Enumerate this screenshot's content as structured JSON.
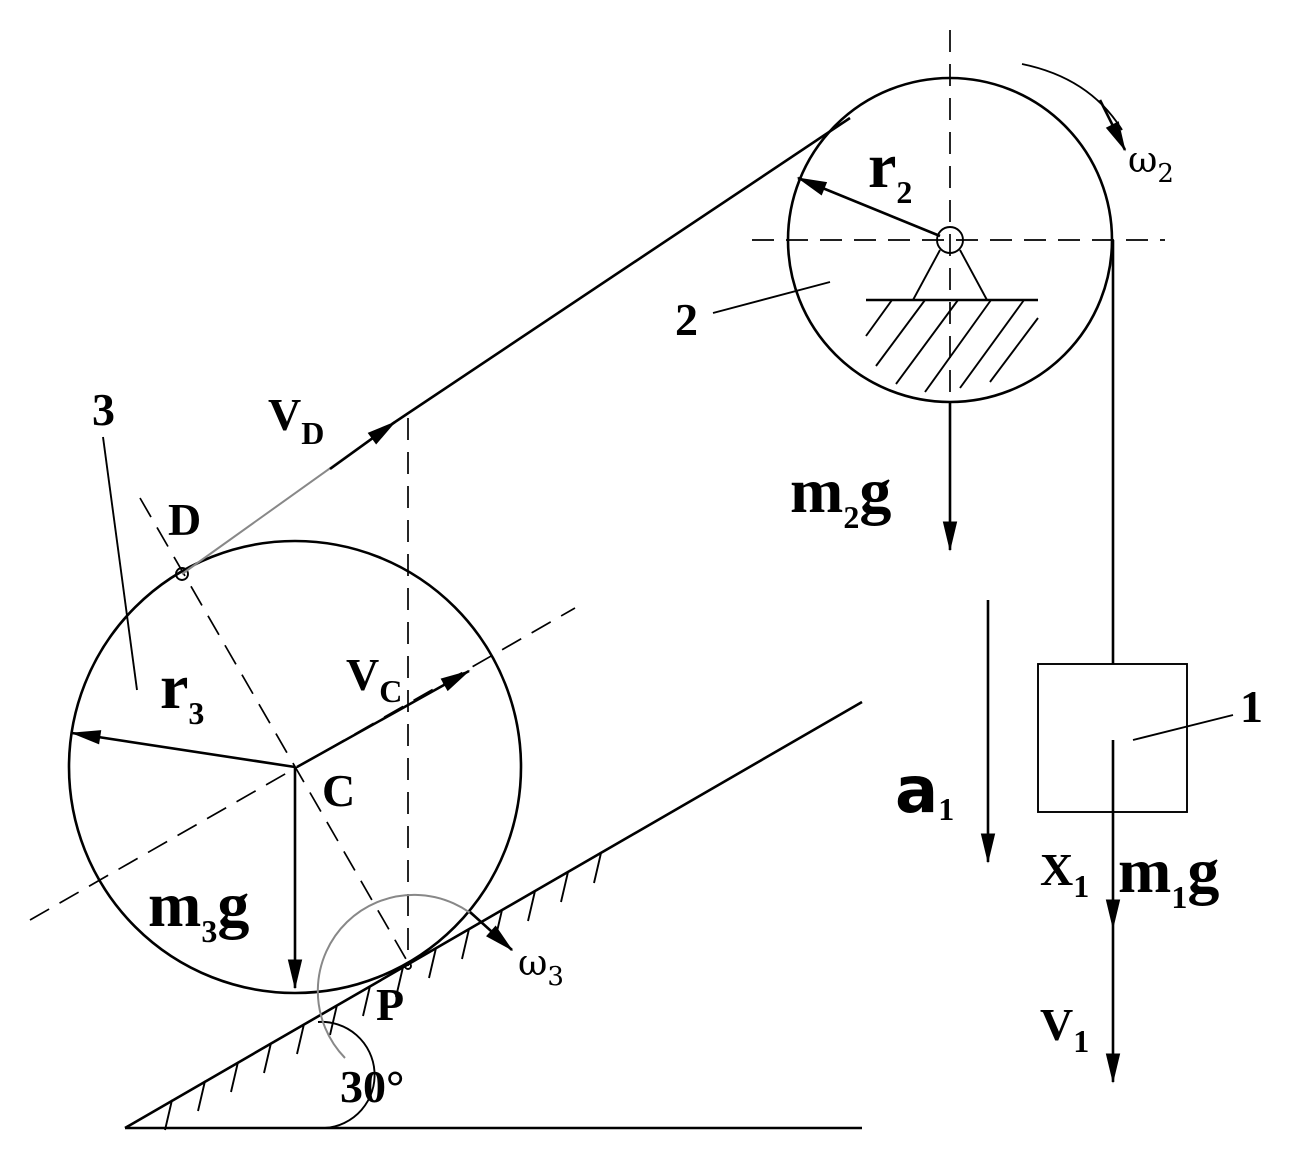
{
  "labels": {
    "body3": "3",
    "body2": "2",
    "body1": "1",
    "point_d": "D",
    "point_c": "C",
    "point_p": "P",
    "angle": "30°"
  },
  "symbols": {
    "vd": {
      "base": "V",
      "sub": "D"
    },
    "vc": {
      "base": "V",
      "sub": "C"
    },
    "v1": {
      "base": "V",
      "sub": "1"
    },
    "x1": {
      "base": "X",
      "sub": "1"
    },
    "a1": {
      "base": "a",
      "sub": "1"
    },
    "r2": {
      "base": "r",
      "sub": "2"
    },
    "r3": {
      "base": "r",
      "sub": "3"
    },
    "omega2": {
      "base": "ω",
      "sub": "2"
    },
    "omega3": {
      "base": "ω",
      "sub": "3"
    },
    "m1g": {
      "base": "m",
      "sub": "1",
      "tail": "g"
    },
    "m2g": {
      "base": "m",
      "sub": "2",
      "tail": "g"
    },
    "m3g": {
      "base": "m",
      "sub": "3",
      "tail": "g"
    }
  }
}
